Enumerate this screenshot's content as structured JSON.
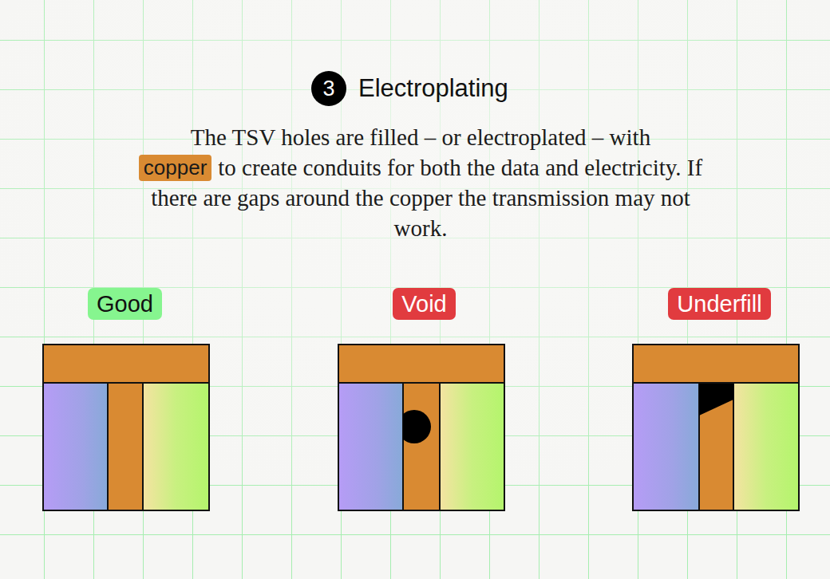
{
  "diagram": {
    "title": "Electroplating",
    "nodes": [
      {
        "text": [
          "3"
        ]
      },
      {
        "text": [
          "copper"
        ]
      },
      {
        "text": [
          "Good"
        ]
      },
      {
        "text": [
          "Void"
        ]
      },
      {
        "text": [
          "Underfill"
        ]
      }
    ],
    "labels": [
      "The TSV holes are filled – or electroplated – with",
      "to create conduits for both the data and electricity. If there are gaps around the copper the transmission may not work."
    ]
  }
}
